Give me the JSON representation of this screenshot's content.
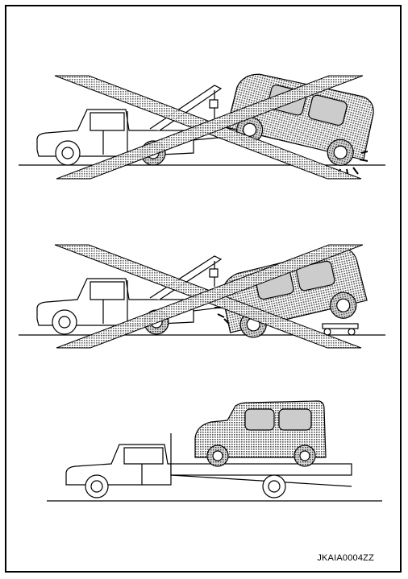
{
  "figure": {
    "code": "JKAIA0004ZZ",
    "panels": [
      {
        "id": "wheel-lift-rear-on-ground",
        "status": "prohibited"
      },
      {
        "id": "wheel-lift-with-dollies",
        "status": "prohibited"
      },
      {
        "id": "flatbed-transport",
        "status": "recommended"
      }
    ]
  },
  "colors": {
    "line": "#000000",
    "hatch": "#9a9a9a",
    "background": "#ffffff"
  }
}
